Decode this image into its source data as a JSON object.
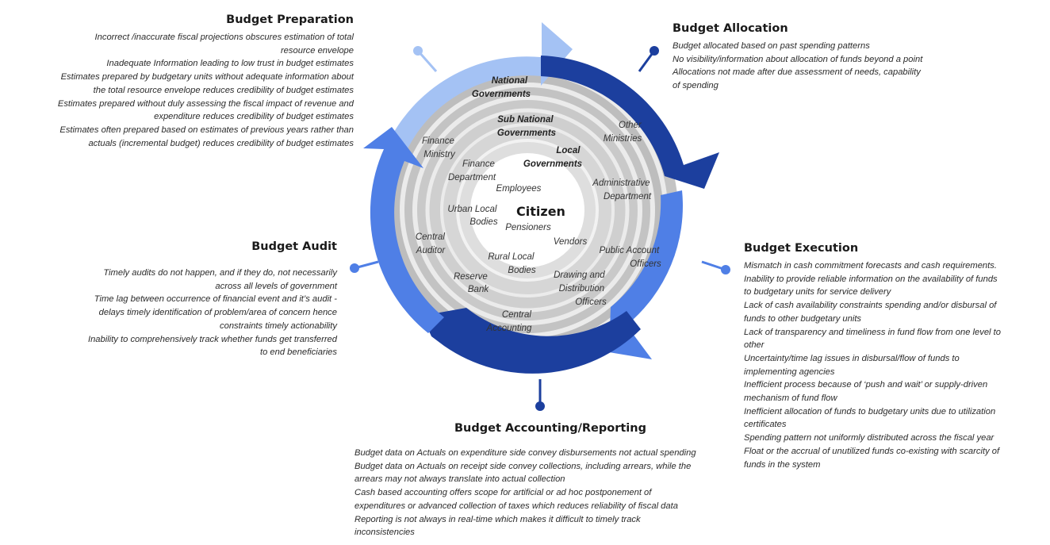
{
  "stages": {
    "preparation": {
      "title": "Budget Preparation",
      "lines": [
        "Incorrect /inaccurate fiscal projections obscures estimation of total",
        "resource envelope",
        "Inadequate Information leading to low trust in budget estimates",
        "Estimates prepared by budgetary units without adequate information about",
        "the total resource envelope reduces credibility of budget estimates",
        "Estimates prepared without duly assessing the fiscal impact of revenue and",
        "expenditure reduces credibility of budget estimates",
        "Estimates often prepared based on estimates of previous years rather than",
        "actuals (incremental budget) reduces credibility of budget estimates"
      ]
    },
    "allocation": {
      "title": "Budget Allocation",
      "lines": [
        "Budget allocated based on past spending patterns",
        "No visibility/information about allocation of funds beyond a point",
        "Allocations not made after due assessment of needs, capability",
        "of spending"
      ]
    },
    "execution": {
      "title": "Budget Execution",
      "lines": [
        "Mismatch in cash commitment forecasts and cash requirements.",
        "Inability to provide reliable information on the availability of funds",
        "to budgetary units for service delivery",
        "Lack of cash availability constraints spending and/or disbursal of",
        "funds to other budgetary units",
        "Lack of transparency and timeliness in fund flow from one level to",
        "other",
        "Uncertainty/time lag issues in disbursal/flow of funds to",
        "implementing agencies",
        "Inefficient process because of ‘push and wait’ or supply-driven",
        "mechanism of fund flow",
        "Inefficient allocation of funds to budgetary units due to utilization",
        "certificates",
        "Spending pattern not uniformly distributed across the fiscal year",
        "Float or the accrual of unutilized funds co-existing with scarcity of",
        "funds in the system"
      ]
    },
    "accounting": {
      "title": "Budget Accounting/Reporting",
      "lines": [
        "Budget data on Actuals on expenditure side convey disbursements not actual spending",
        "Budget data on Actuals on receipt side convey collections, including arrears, while the",
        "arrears may not always translate into actual collection",
        "Cash based accounting offers scope for artificial or ad hoc postponement of",
        "expenditures or advanced collection of taxes which reduces reliability of fiscal data",
        "Reporting is not always in real-time which makes it difficult to timely track",
        "inconsistencies"
      ]
    },
    "audit": {
      "title": "Budget Audit",
      "lines": [
        "Timely audits do not happen, and if they do, not necessarily",
        "across all levels of government",
        "Time lag between occurrence of financial event and it’s audit -",
        "delays timely identification of problem/area of concern hence",
        "constraints timely actionability",
        "Inability to comprehensively track whether funds get transferred",
        "to end beneficiaries"
      ]
    }
  },
  "wheel": {
    "center": "Citizen",
    "rings": {
      "national": [
        "National",
        "Governments"
      ],
      "sub_national": [
        "Sub National",
        "Governments"
      ],
      "local": [
        "Local",
        "Governments"
      ]
    },
    "entities": {
      "finance_ministry": [
        "Finance",
        "Ministry"
      ],
      "other_ministries": [
        "Other",
        "Ministries"
      ],
      "finance_department": [
        "Finance",
        "Department"
      ],
      "administrative_department": [
        "Administrative",
        "Department"
      ],
      "employees": [
        "Employees"
      ],
      "urban_local_bodies": [
        "Urban Local",
        "Bodies"
      ],
      "pensioners": [
        "Pensioners"
      ],
      "vendors": [
        "Vendors"
      ],
      "central_auditor": [
        "Central",
        "Auditor"
      ],
      "public_account_officers": [
        "Public Account",
        "Officers"
      ],
      "rural_local_bodies": [
        "Rural Local",
        "Bodies"
      ],
      "reserve_bank": [
        "Reserve",
        "Bank"
      ],
      "drawing_disbursing_officers": [
        "Drawing and",
        "Distribution",
        "Officers"
      ],
      "central_accounting": [
        "Central",
        "Accounting"
      ]
    }
  },
  "colors": {
    "light_blue": "#a4c2f4",
    "dark_blue": "#1c3f9e",
    "medium_blue": "#4f7fe6",
    "ring_gray": "#c4c4c4"
  }
}
